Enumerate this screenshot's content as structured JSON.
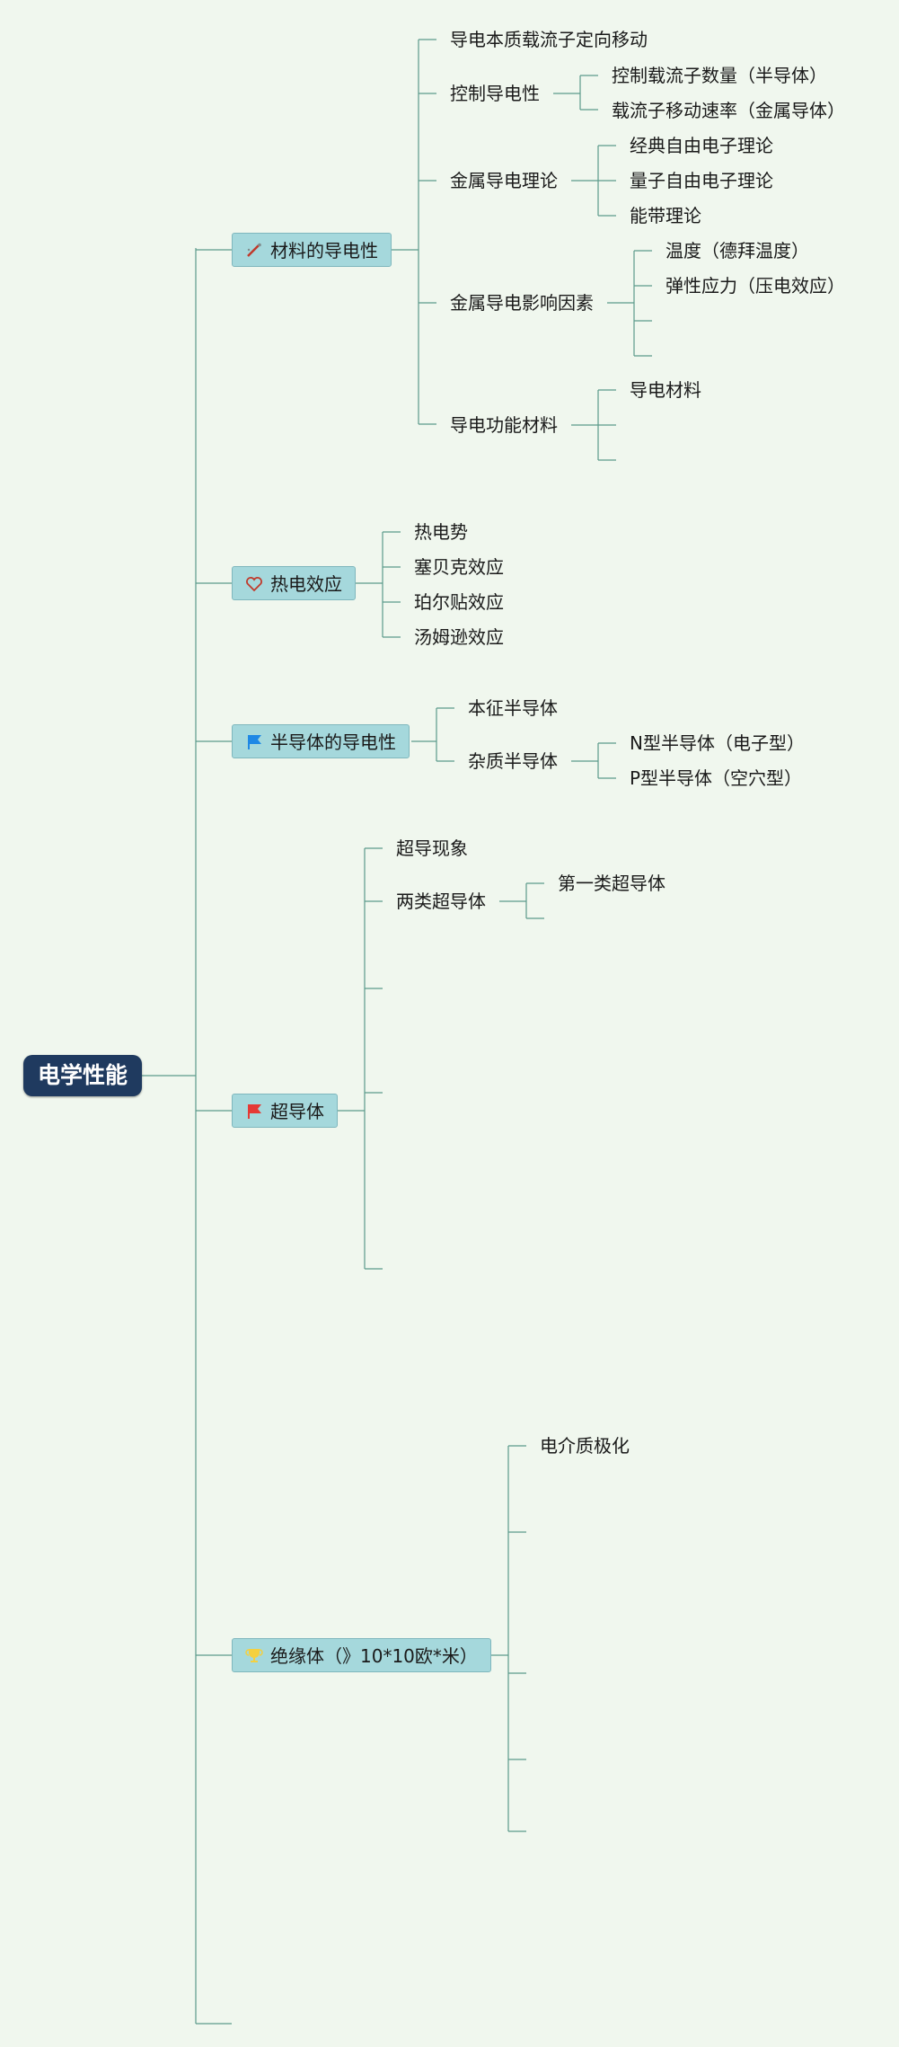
{
  "root": "电学性能",
  "branches": {
    "b1": {
      "label": "材料的导电性",
      "icon": "pencil-icon",
      "c1": "导电本质载流子定向移动",
      "c2": "控制导电性",
      "c2a": "控制载流子数量（半导体）",
      "c2b": "载流子移动速率（金属导体）",
      "c3": "金属导电理论",
      "c3a": "经典自由电子理论",
      "c3b": "量子自由电子理论",
      "c3c": "能带理论",
      "c4": "金属导电影响因素",
      "c4a": "温度（德拜温度）",
      "c4b": "弹性应力（压电效应）",
      "c5": "导电功能材料",
      "c5a": "导电材料"
    },
    "b2": {
      "label": "热电效应",
      "icon": "heart-icon",
      "c1": "热电势",
      "c2": "塞贝克效应",
      "c3": "珀尔贴效应",
      "c4": "汤姆逊效应"
    },
    "b3": {
      "label": "半导体的导电性",
      "icon": "blue-flag-icon",
      "c1": "本征半导体",
      "c2": "杂质半导体",
      "c2a": "N型半导体（电子型）",
      "c2b": "P型半导体（空穴型）"
    },
    "b4": {
      "label": "超导体",
      "icon": "red-flag-icon",
      "c1": "超导现象",
      "c2": "两类超导体",
      "c2a": "第一类超导体"
    },
    "b5": {
      "label": "绝缘体（》10*10欧*米）",
      "icon": "trophy-icon",
      "c1": "电介质极化"
    }
  },
  "colors": {
    "line": "#5b9a8b",
    "root": "#1f3a5f",
    "branch": "#a5d8dc",
    "background": "#f0f7ee"
  }
}
